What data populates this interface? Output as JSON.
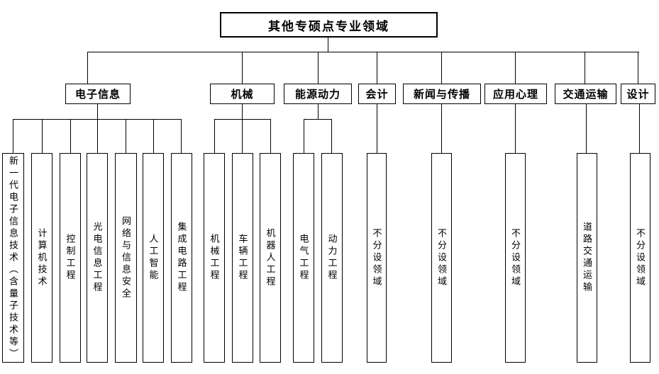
{
  "title": "其他专硕点专业领域",
  "colors": {
    "line": "#000000",
    "border": "#000000",
    "text": "#000000",
    "background": "#ffffff"
  },
  "groups": [
    {
      "label": "电子信息",
      "children": [
        "新一代电子信息技术（含量子技术等）",
        "计算机技术",
        "控制工程",
        "光电信息工程",
        "网络与信息安全",
        "人工智能",
        "集成电路工程"
      ]
    },
    {
      "label": "机械",
      "children": [
        "机械工程",
        "车辆工程",
        "机器人工程"
      ]
    },
    {
      "label": "能源动力",
      "children": [
        "电气工程",
        "动力工程"
      ]
    },
    {
      "label": "会计",
      "children": [
        "不分设领域"
      ]
    },
    {
      "label": "新闻与传播",
      "children": [
        "不分设领域"
      ]
    },
    {
      "label": "应用心理",
      "children": [
        "不分设领域"
      ]
    },
    {
      "label": "交通运输",
      "children": [
        "道路交通运输"
      ]
    },
    {
      "label": "设计",
      "children": [
        "不分设领域"
      ]
    }
  ]
}
